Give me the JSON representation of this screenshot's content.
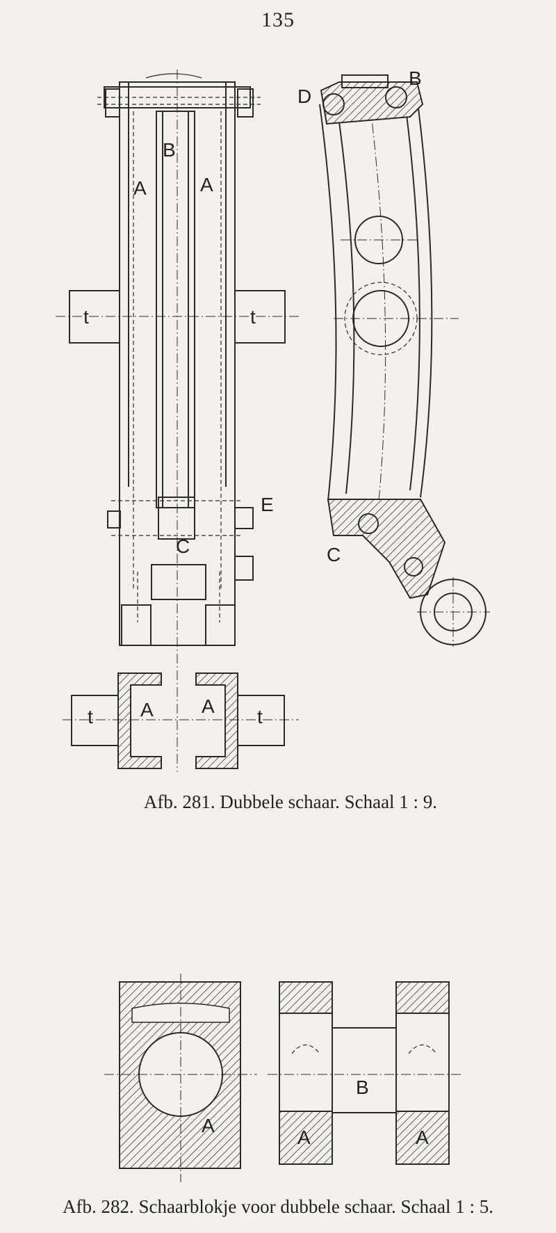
{
  "page": {
    "number": "135"
  },
  "figure_281": {
    "caption": "Afb. 281. Dubbele schaar. Schaal 1 : 9.",
    "labels": {
      "A": "A",
      "B": "B",
      "C": "C",
      "D": "D",
      "E": "E",
      "t": "t"
    }
  },
  "figure_282": {
    "caption": "Afb. 282. Schaarblokje voor dubbele schaar. Schaal 1 : 5.",
    "labels": {
      "A": "A",
      "B": "B"
    }
  }
}
